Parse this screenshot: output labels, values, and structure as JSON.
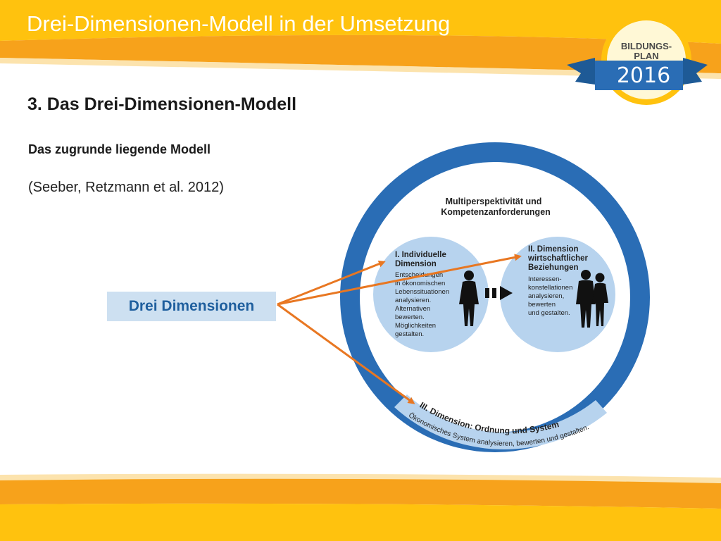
{
  "slide": {
    "title": "Drei-Dimensionen-Modell in der Umsetzung",
    "heading": "3. Das Drei-Dimensionen-Modell",
    "subheading": "Das zugrunde liegende Modell",
    "citation": "(Seeber, Retzmann et al. 2012)",
    "label_box": "Drei Dimensionen"
  },
  "badge": {
    "line1": "BILDUNGS-",
    "line2": "PLAN",
    "year": "2016"
  },
  "diagram": {
    "ring_title_line1": "Multiperspektivität und",
    "ring_title_line2": "Kompetenzanforderungen",
    "dim1": {
      "title_line1": "I. Individuelle",
      "title_line2": "Dimension",
      "body": [
        "Entscheidungen",
        "in ökonomischen",
        "Lebenssituationen",
        "analysieren.",
        "Alternativen",
        "bewerten.",
        "Möglichkeiten",
        "gestalten."
      ]
    },
    "dim2": {
      "title_line1": "II. Dimension",
      "title_line2": "wirtschaftlicher",
      "title_line3": "Beziehungen",
      "body": [
        "Interessen-",
        "konstellationen",
        "analysieren,",
        "bewerten",
        "und gestalten."
      ]
    },
    "dim3": {
      "title": "III. Dimension: Ordnung und System",
      "subtitle": "Ökonomisches System analysieren, bewerten und gestalten."
    }
  },
  "colors": {
    "orange": "#f7a21b",
    "yellow": "#ffc20e",
    "ring_blue": "#2a6db5",
    "light_blue": "#b7d3ee",
    "arrow": "#e87722"
  }
}
